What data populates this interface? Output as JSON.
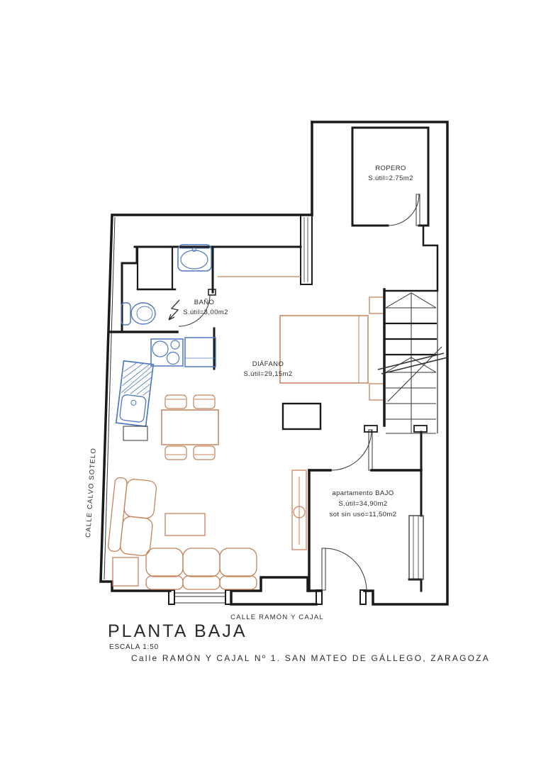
{
  "drawing": {
    "type": "architectural-floor-plan",
    "colors": {
      "walls": "#1a1a1a",
      "furniture": "#c5835a",
      "fixtures": "#4d79bd",
      "background": "#ffffff"
    }
  },
  "rooms": {
    "ropero": {
      "name": "ROPERO",
      "area": "S.útil=2.75m2"
    },
    "bano": {
      "name": "BAÑO",
      "area": "S.útil=3,00m2"
    },
    "diafano": {
      "name": "DIÁFANO",
      "area": "S.útil=29,15m2"
    },
    "apartamento": {
      "name": "apartamento BAJO",
      "area": "S.útil=34,90m2",
      "extra": "sot sin uso=11,50m2"
    }
  },
  "streets": {
    "left": "CALLE  CALVO  SOTELO",
    "bottom": "CALLE  RAMÓN  Y  CAJAL"
  },
  "title_block": {
    "title": "PLANTA  BAJA",
    "scale": "ESCALA 1:50",
    "address": "Calle RAMÓN Y CAJAL Nº 1. SAN MATEO DE GÁLLEGO, ZARAGOZA"
  },
  "fixtures": [
    "washbasin",
    "toilet",
    "shower-tray",
    "stove",
    "kitchen-counter",
    "kitchen-sink",
    "radiator"
  ],
  "furniture": [
    "bed",
    "nightstand",
    "wardrobe",
    "dining-table",
    "chairs",
    "sofa-2-seat",
    "sofa-3-seat",
    "coffee-table",
    "side-table"
  ],
  "features": [
    "staircase",
    "entry-door",
    "room-doors",
    "window"
  ]
}
